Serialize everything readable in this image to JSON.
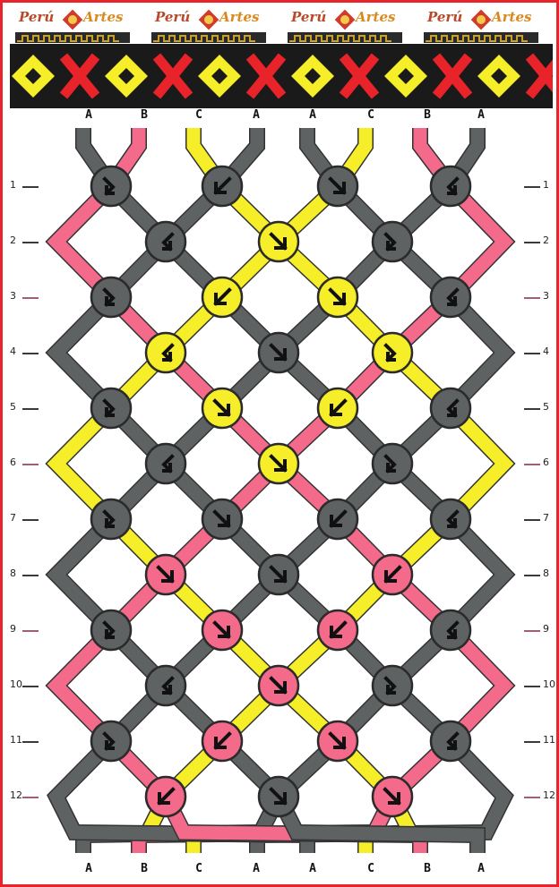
{
  "brand": {
    "name_part1": "Perú",
    "name_part2": "Artes",
    "repeat_count": 4
  },
  "colors": {
    "gray": "#5e6263",
    "pink": "#f36a8a",
    "yellow": "#f5ee28",
    "preview_bg": "#1a1a1a",
    "preview_red": "#e8232a",
    "border": "#e8232a"
  },
  "strings_top": [
    "A",
    "B",
    "C",
    "A",
    "A",
    "C",
    "B",
    "A"
  ],
  "strings_bottom": [
    "A",
    "B",
    "C",
    "A",
    "A",
    "C",
    "B",
    "A"
  ],
  "string_colors": {
    "A": "#5e6263",
    "B": "#f36a8a",
    "C": "#f5ee28"
  },
  "row_labels": [
    "1",
    "2",
    "3",
    "4",
    "5",
    "6",
    "7",
    "8",
    "9",
    "10",
    "11",
    "12"
  ],
  "knots": [
    {
      "row": 1,
      "col": 1,
      "color": "gray",
      "arrow": "fb"
    },
    {
      "row": 1,
      "col": 3,
      "color": "gray",
      "arrow": "b"
    },
    {
      "row": 1,
      "col": 5,
      "color": "gray",
      "arrow": "f"
    },
    {
      "row": 1,
      "col": 7,
      "color": "gray",
      "arrow": "bf"
    },
    {
      "row": 2,
      "col": 2,
      "color": "gray",
      "arrow": "bf"
    },
    {
      "row": 2,
      "col": 4,
      "color": "yellow",
      "arrow": "f"
    },
    {
      "row": 2,
      "col": 6,
      "color": "gray",
      "arrow": "fb"
    },
    {
      "row": 3,
      "col": 1,
      "color": "gray",
      "arrow": "fb"
    },
    {
      "row": 3,
      "col": 3,
      "color": "yellow",
      "arrow": "b"
    },
    {
      "row": 3,
      "col": 5,
      "color": "yellow",
      "arrow": "f"
    },
    {
      "row": 3,
      "col": 7,
      "color": "gray",
      "arrow": "bf"
    },
    {
      "row": 4,
      "col": 2,
      "color": "yellow",
      "arrow": "bf"
    },
    {
      "row": 4,
      "col": 4,
      "color": "gray",
      "arrow": "f"
    },
    {
      "row": 4,
      "col": 6,
      "color": "yellow",
      "arrow": "fb"
    },
    {
      "row": 5,
      "col": 1,
      "color": "gray",
      "arrow": "fb"
    },
    {
      "row": 5,
      "col": 3,
      "color": "yellow",
      "arrow": "f"
    },
    {
      "row": 5,
      "col": 5,
      "color": "yellow",
      "arrow": "b"
    },
    {
      "row": 5,
      "col": 7,
      "color": "gray",
      "arrow": "bf"
    },
    {
      "row": 6,
      "col": 2,
      "color": "gray",
      "arrow": "bf"
    },
    {
      "row": 6,
      "col": 4,
      "color": "yellow",
      "arrow": "f"
    },
    {
      "row": 6,
      "col": 6,
      "color": "gray",
      "arrow": "fb"
    },
    {
      "row": 7,
      "col": 1,
      "color": "gray",
      "arrow": "fb"
    },
    {
      "row": 7,
      "col": 3,
      "color": "gray",
      "arrow": "f"
    },
    {
      "row": 7,
      "col": 5,
      "color": "gray",
      "arrow": "b"
    },
    {
      "row": 7,
      "col": 7,
      "color": "gray",
      "arrow": "bf"
    },
    {
      "row": 8,
      "col": 2,
      "color": "pink",
      "arrow": "f"
    },
    {
      "row": 8,
      "col": 4,
      "color": "gray",
      "arrow": "f"
    },
    {
      "row": 8,
      "col": 6,
      "color": "pink",
      "arrow": "b"
    },
    {
      "row": 9,
      "col": 1,
      "color": "gray",
      "arrow": "fb"
    },
    {
      "row": 9,
      "col": 3,
      "color": "pink",
      "arrow": "f"
    },
    {
      "row": 9,
      "col": 5,
      "color": "pink",
      "arrow": "b"
    },
    {
      "row": 9,
      "col": 7,
      "color": "gray",
      "arrow": "bf"
    },
    {
      "row": 10,
      "col": 2,
      "color": "gray",
      "arrow": "bf"
    },
    {
      "row": 10,
      "col": 4,
      "color": "pink",
      "arrow": "f"
    },
    {
      "row": 10,
      "col": 6,
      "color": "gray",
      "arrow": "fb"
    },
    {
      "row": 11,
      "col": 1,
      "color": "gray",
      "arrow": "fb"
    },
    {
      "row": 11,
      "col": 3,
      "color": "pink",
      "arrow": "b"
    },
    {
      "row": 11,
      "col": 5,
      "color": "pink",
      "arrow": "f"
    },
    {
      "row": 11,
      "col": 7,
      "color": "gray",
      "arrow": "bf"
    },
    {
      "row": 12,
      "col": 2,
      "color": "pink",
      "arrow": "b"
    },
    {
      "row": 12,
      "col": 4,
      "color": "gray",
      "arrow": "f"
    },
    {
      "row": 12,
      "col": 6,
      "color": "pink",
      "arrow": "f"
    }
  ]
}
